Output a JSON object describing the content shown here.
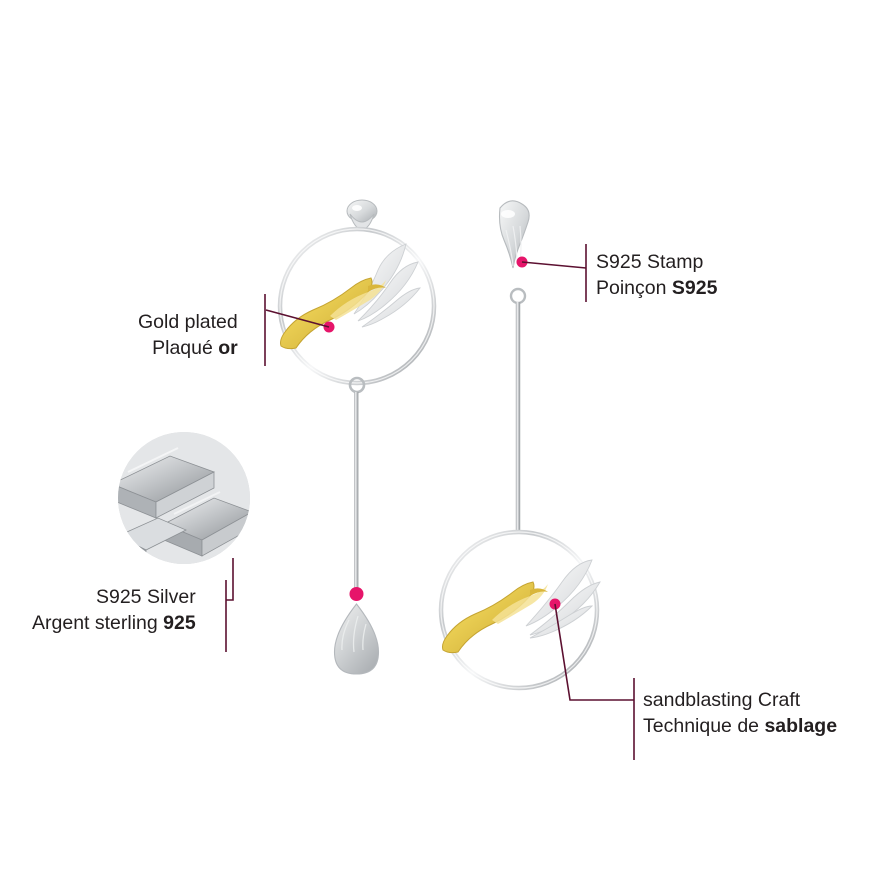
{
  "page": {
    "background": "#ffffff",
    "accent_dot_color": "#e6156a",
    "leader_line_color": "#5c1030",
    "gold_color": "#e8c84a",
    "silver_color": "#c9cbcd",
    "text_color": "#231f20"
  },
  "callouts": [
    {
      "id": "gold",
      "name": "gold-plated-callout",
      "align": "right",
      "line1_prefix": "Gold",
      "line1_suffix": " plated",
      "line2_prefix": "Plaqué ",
      "line2_bold": "or",
      "line1": "Gold plated",
      "line2": "Plaqué or"
    },
    {
      "id": "stamp",
      "name": "s925-stamp-callout",
      "align": "left",
      "line1": "S925 Stamp",
      "line2_prefix": "Poinçon ",
      "line2_bold": "S925",
      "line2": "Poinçon S925"
    },
    {
      "id": "silver",
      "name": "s925-silver-callout",
      "align": "right",
      "line1": "S925 Silver",
      "line2_prefix": "Argent sterling ",
      "line2_bold": "925",
      "line2": "Argent sterling 925"
    },
    {
      "id": "sandblasting",
      "name": "sandblasting-craft-callout",
      "align": "left",
      "line1": "sandblasting Craft",
      "line2_prefix": "Technique de ",
      "line2_bold": "sablage",
      "line2": "Technique de sablage"
    }
  ],
  "product": {
    "name": "crane-hoop-drop-earrings",
    "left_earring": "hoop with gold crane and silver teardrop on chain",
    "right_earring": "textured stud with long bar and hoop with gold crane"
  },
  "swatch": {
    "name": "silver-ingots-photo",
    "label": "silver ingots"
  }
}
